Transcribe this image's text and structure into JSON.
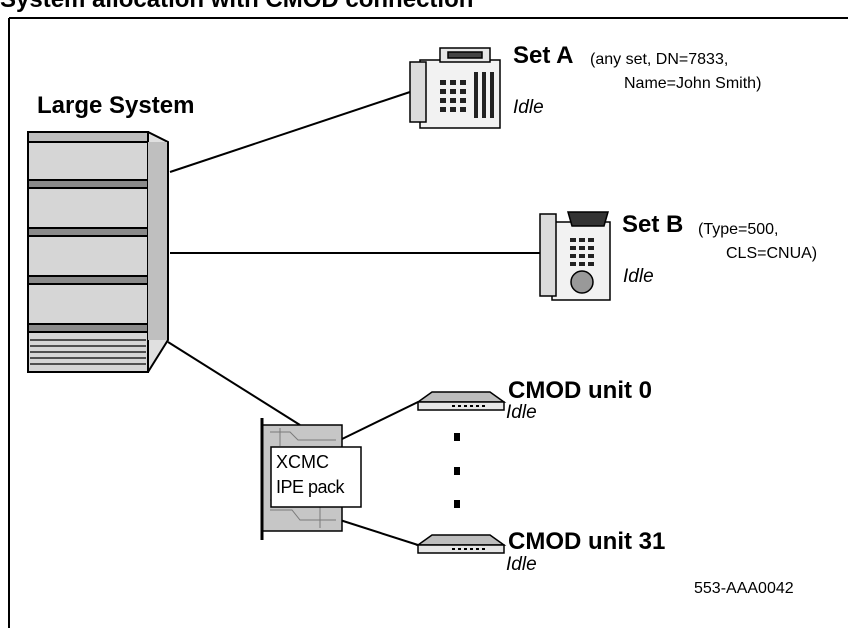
{
  "header_text": "System allocation with CMOD connection",
  "system": {
    "label": "Large System"
  },
  "set_a": {
    "name": "Set A",
    "detail_line1": "(any set, DN=7833,",
    "detail_line2": "Name=John Smith)",
    "status": "Idle"
  },
  "set_b": {
    "name": "Set B",
    "detail_line1": "(Type=500,",
    "detail_line2": "CLS=CNUA)",
    "status": "Idle"
  },
  "pack": {
    "line1": "XCMC",
    "line2": "IPE pack"
  },
  "cmod_first": {
    "name": "CMOD unit 0",
    "status": "Idle"
  },
  "cmod_last": {
    "name": "CMOD unit 31",
    "status": "Idle"
  },
  "figure_id": "553-AAA0042",
  "colors": {
    "line": "#000000",
    "cabinet": "#d4d4d4",
    "pack": "#c8c8c8",
    "background": "#ffffff"
  }
}
